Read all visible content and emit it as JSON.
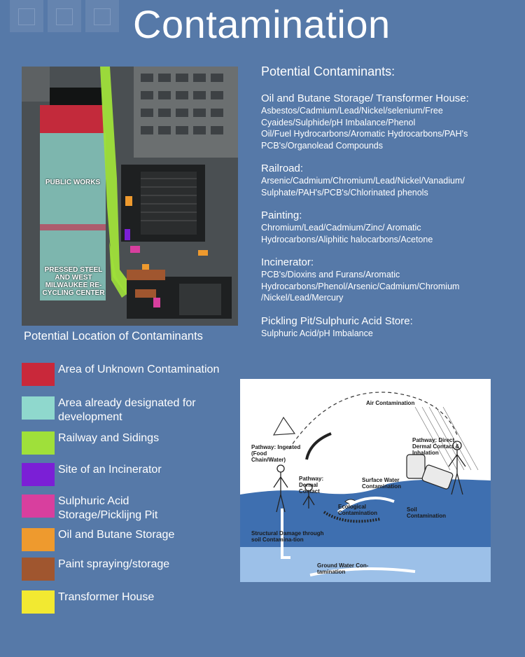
{
  "header": {
    "title": "Contamination"
  },
  "map": {
    "labels": {
      "public_works": "PUBLIC WORKS",
      "pressed_steel": "PRESSED STEEL AND WEST MILWAUKEE RE-CYCLING CENTER"
    },
    "caption": "Potential Location of Contaminants"
  },
  "legend": {
    "items": [
      {
        "label": "Area of Unknown Contamination",
        "color": "#c9283a"
      },
      {
        "label": "Area already designated for development",
        "color": "#8fd8cd"
      },
      {
        "label": "Railway and Sidings",
        "color": "#9fe03a"
      },
      {
        "label": "Site of an Incinerator",
        "color": "#7b1fd6"
      },
      {
        "label": "Sulphuric Acid Storage/Picklijng Pit",
        "color": "#d83f9e"
      },
      {
        "label": "Oil and Butane Storage",
        "color": "#ee9a2e"
      },
      {
        "label": "Paint spraying/storage",
        "color": "#a0562f"
      },
      {
        "label": "Transformer House",
        "color": "#f2e931"
      }
    ]
  },
  "contaminants": {
    "title": "Potential Contaminants:",
    "groups": [
      {
        "heading": "Oil and Butane Storage/ Transformer House:",
        "lines": [
          "Asbestos/Cadmium/Lead/Nickel/selenium/Free",
          "Cyaides/Sulphide/pH Imbalance/Phenol",
          "Oil/Fuel Hydrocarbons/Aromatic Hydrocarbons/PAH's",
          "PCB's/Organolead Compounds"
        ]
      },
      {
        "heading": "Railroad:",
        "lines": [
          "Arsenic/Cadmium/Chromium/Lead/Nickel/Vanadium/",
          "Sulphate/PAH's/PCB's/Chlorinated phenols"
        ]
      },
      {
        "heading": "Painting:",
        "lines": [
          "Chromium/Lead/Cadmium/Zinc/ Aromatic",
          "Hydrocarbons/Aliphitic halocarbons/Acetone"
        ]
      },
      {
        "heading": "Incinerator:",
        "lines": [
          "PCB's/Dioxins and Furans/Aromatic",
          "Hydrocarbons/Phenol/Arsenic/Cadmium/Chromium",
          "/Nickel/Lead/Mercury"
        ]
      },
      {
        "heading": "Pickling Pit/Sulphuric Acid Store:",
        "lines": [
          "Sulphuric Acid/pH Imbalance"
        ]
      }
    ]
  },
  "diagram": {
    "labels": {
      "air": "Air Contamination",
      "ingested": "Pathway: Ingested (Food Chain/Water)",
      "direct": "Pathway: Direct Dermal Contact & Inhalation",
      "dermal": "Pathway: Dermal Contact",
      "surface": "Surface Water Contamination",
      "ecological": "Ecological Contamination",
      "soil": "Soil Contamination",
      "structural": "Structural Damage through soil Contamina-tion",
      "ground": "Ground Water Con-tamination"
    }
  }
}
